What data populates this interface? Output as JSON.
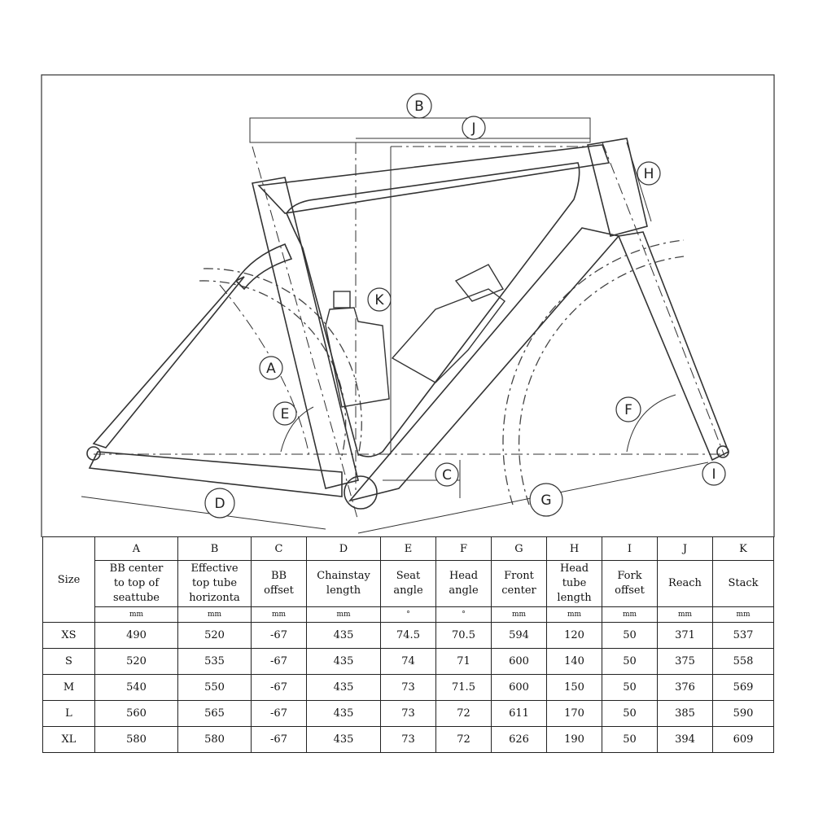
{
  "diagram": {
    "dimension_labels": [
      "A",
      "B",
      "C",
      "D",
      "E",
      "F",
      "G",
      "H",
      "I",
      "J",
      "K"
    ]
  },
  "table": {
    "size_header": "Size",
    "columns": [
      {
        "letter": "A",
        "name": "BB center\nto top of\nseattube",
        "unit": "mm"
      },
      {
        "letter": "B",
        "name": "Effective\ntop tube\nhorizonta",
        "unit": "mm"
      },
      {
        "letter": "C",
        "name": "BB\noffset",
        "unit": "mm"
      },
      {
        "letter": "D",
        "name": "Chainstay\nlength",
        "unit": "mm"
      },
      {
        "letter": "E",
        "name": "Seat\nangle",
        "unit": "°"
      },
      {
        "letter": "F",
        "name": "Head\nangle",
        "unit": "°"
      },
      {
        "letter": "G",
        "name": "Front\ncenter",
        "unit": "mm"
      },
      {
        "letter": "H",
        "name": "Head\ntube\nlength",
        "unit": "mm"
      },
      {
        "letter": "I",
        "name": "Fork\noffset",
        "unit": "mm"
      },
      {
        "letter": "J",
        "name": "Reach",
        "unit": "mm"
      },
      {
        "letter": "K",
        "name": "Stack",
        "unit": "mm"
      }
    ],
    "rows": [
      {
        "size": "XS",
        "values": [
          "490",
          "520",
          "-67",
          "435",
          "74.5",
          "70.5",
          "594",
          "120",
          "50",
          "371",
          "537"
        ]
      },
      {
        "size": "S",
        "values": [
          "520",
          "535",
          "-67",
          "435",
          "74",
          "71",
          "600",
          "140",
          "50",
          "375",
          "558"
        ]
      },
      {
        "size": "M",
        "values": [
          "540",
          "550",
          "-67",
          "435",
          "73",
          "71.5",
          "600",
          "150",
          "50",
          "376",
          "569"
        ]
      },
      {
        "size": "L",
        "values": [
          "560",
          "565",
          "-67",
          "435",
          "73",
          "72",
          "611",
          "170",
          "50",
          "385",
          "590"
        ]
      },
      {
        "size": "XL",
        "values": [
          "580",
          "580",
          "-67",
          "435",
          "73",
          "72",
          "626",
          "190",
          "50",
          "394",
          "609"
        ]
      }
    ]
  }
}
